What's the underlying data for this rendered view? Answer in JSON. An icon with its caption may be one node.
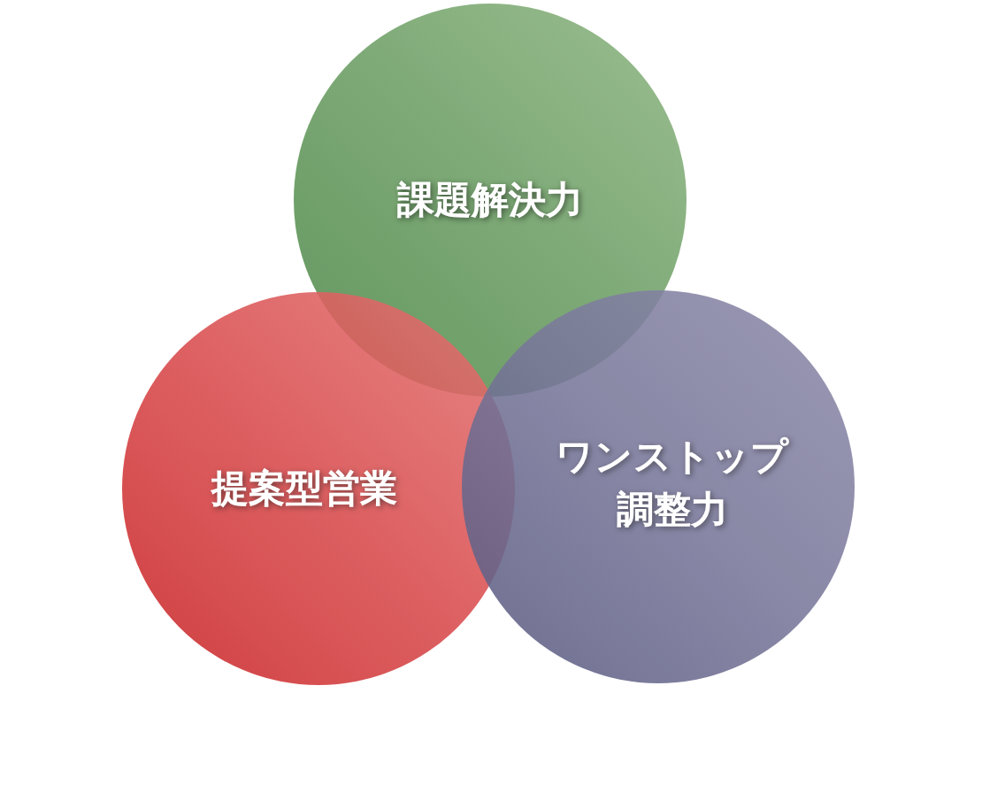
{
  "diagram": {
    "nodes": [
      {
        "text": [
          "課題解決力"
        ]
      },
      {
        "text": [
          "提案型営業"
        ]
      },
      {
        "text": [
          "ワンストップ調整力"
        ]
      }
    ]
  }
}
